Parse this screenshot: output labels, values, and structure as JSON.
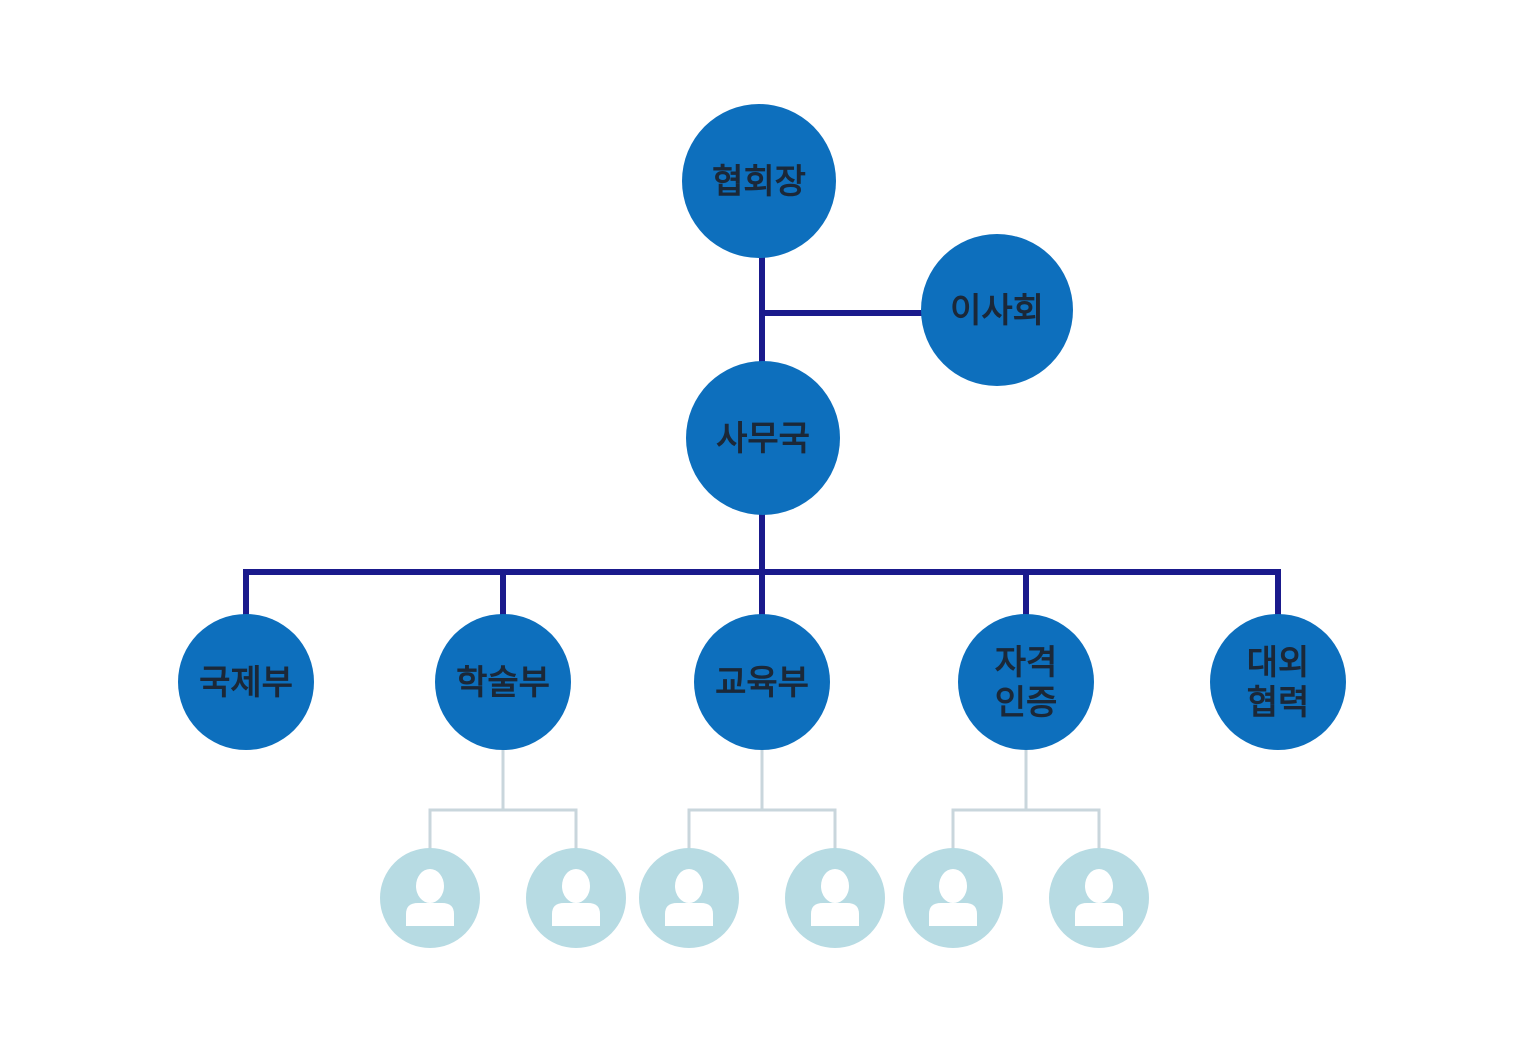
{
  "diagram": {
    "type": "org-chart",
    "colors": {
      "node_fill": "#0d6fbd",
      "node_text": "#1b2838",
      "primary_line": "#1a1a8c",
      "member_fill": "#b7dbe3",
      "member_icon": "#ffffff",
      "member_line": "#c9d6dc"
    },
    "root": {
      "id": "president",
      "label_lines": [
        "협회장"
      ]
    },
    "board": {
      "id": "board",
      "label_lines": [
        "이사회"
      ],
      "relation": "advisory-to-president"
    },
    "secretariat": {
      "id": "secretariat",
      "label_lines": [
        "사무국"
      ]
    },
    "departments": [
      {
        "id": "intl",
        "label_lines": [
          "국제부"
        ],
        "members": 0
      },
      {
        "id": "academic",
        "label_lines": [
          "학술부"
        ],
        "members": 2
      },
      {
        "id": "education",
        "label_lines": [
          "교육부"
        ],
        "members": 2
      },
      {
        "id": "certification",
        "label_lines": [
          "자격",
          "인증"
        ],
        "members": 2
      },
      {
        "id": "external",
        "label_lines": [
          "대외",
          "협력"
        ],
        "members": 0
      }
    ],
    "member_icon": "person-icon"
  }
}
